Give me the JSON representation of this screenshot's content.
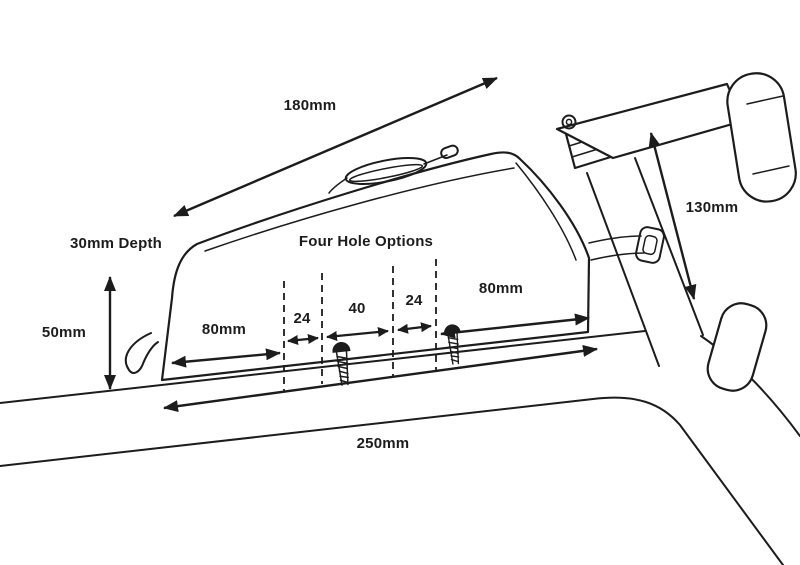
{
  "diagram": {
    "title": "Four Hole Options",
    "labels": {
      "top_length": "180mm",
      "stack_height": "130mm",
      "depth": "30mm Depth",
      "front_height": "50mm",
      "left_hole_offset": "80mm",
      "gap_1": "24",
      "gap_2": "40",
      "gap_3": "24",
      "right_hole_offset": "80mm",
      "base_length": "250mm"
    },
    "colors": {
      "line": "#1c1c1c",
      "background": "#ffffff"
    }
  }
}
